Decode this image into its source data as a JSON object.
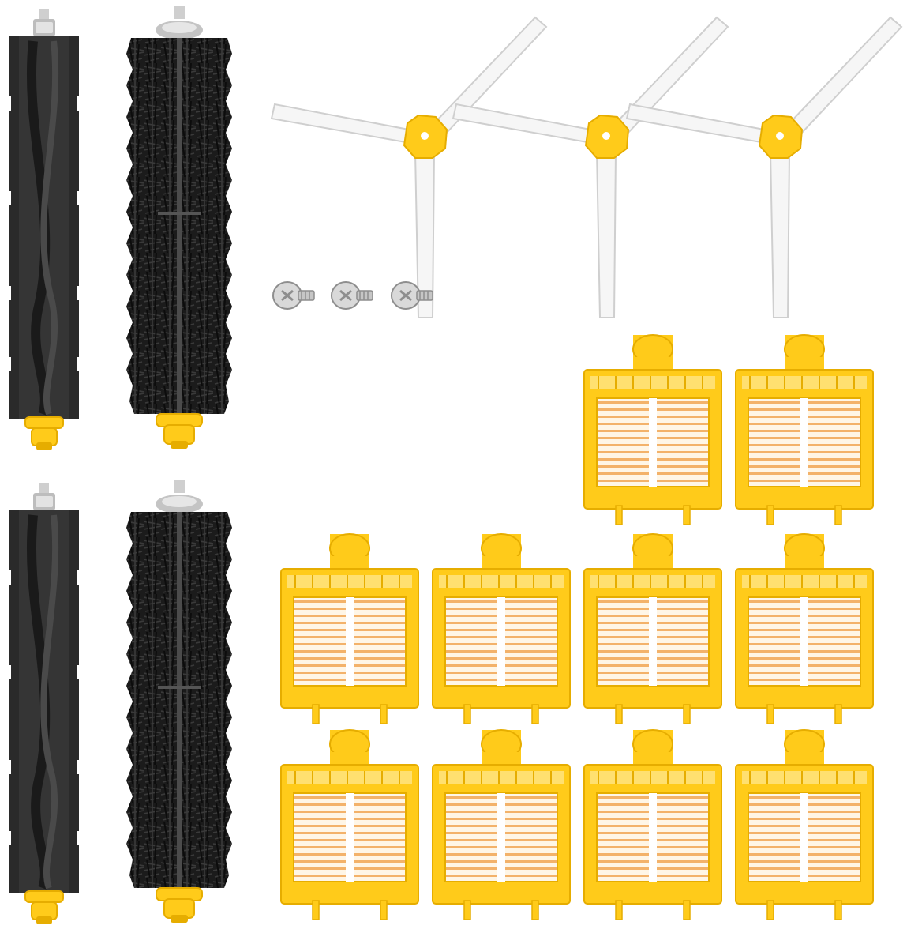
{
  "scene": {
    "description_visible_text": "",
    "background": "#ffffff",
    "colors": {
      "yellow": "#ffcb1a",
      "yellow_dark": "#e6ad00",
      "yellow_light": "#ffe070",
      "rubber": "#3a3a3a",
      "rubber_dark": "#1e1e1e",
      "bristle": "#151515",
      "bristle_mid": "#262626",
      "arm": "#f6f6f6",
      "arm_edge": "#cfcfcf",
      "metal": "#d9d9d9",
      "metal_dark": "#8e8e8e",
      "pleat": "#f3b26a",
      "pleat_bg": "#fff6e6"
    },
    "items": {
      "rubber_rollers": 2,
      "bristle_rollers": 2,
      "side_brushes": 3,
      "screws": 3,
      "hepa_filters": 10
    },
    "icons": [
      "rubber-roller-icon",
      "bristle-roller-icon",
      "side-brush-icon",
      "screw-icon",
      "hepa-filter-icon"
    ]
  }
}
